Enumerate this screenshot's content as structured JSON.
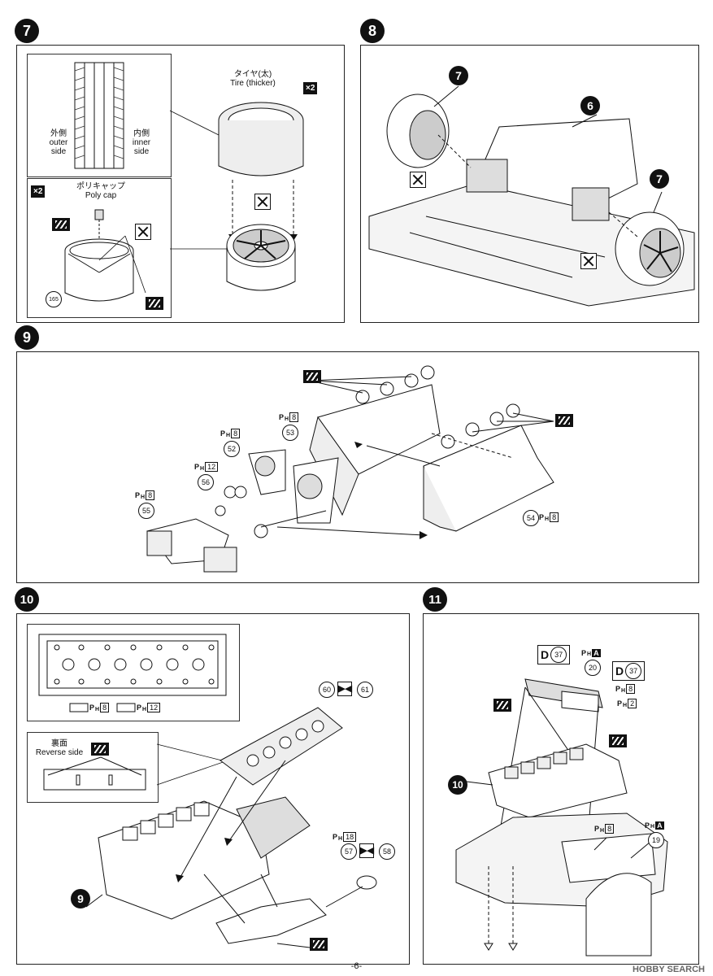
{
  "steps": {
    "s7": {
      "num": "7",
      "tire_jp": "タイヤ(太)",
      "tire_en": "Tire (thicker)",
      "qty_tire": "×2",
      "outer_jp": "外側",
      "outer_en": "outer",
      "outer_en2": "side",
      "inner_jp": "内側",
      "inner_en": "inner",
      "inner_en2": "side",
      "qty_cap": "×2",
      "cap_jp": "ポリキャップ",
      "cap_en": "Poly cap",
      "part": "165"
    },
    "s8": {
      "num": "8",
      "ref_a": "7",
      "ref_b": "6",
      "ref_c": "7"
    },
    "s9": {
      "num": "9",
      "p53": "53",
      "p52": "52",
      "p56": "56",
      "p55": "55",
      "p54": "54",
      "ph8a": "8",
      "ph8b": "8",
      "ph12": "12",
      "ph8c": "8",
      "ph8d": "8"
    },
    "s10": {
      "num": "10",
      "ph8": "8",
      "ph12": "12",
      "reverse_jp": "裏面",
      "reverse_en": "Reverse side",
      "p60": "60",
      "p61": "61",
      "p57": "57",
      "p58": "58",
      "ph18": "18",
      "ref": "9"
    },
    "s11": {
      "num": "11",
      "d37a": "37",
      "d37b": "37",
      "d_letter": "D",
      "p20": "20",
      "pha": "A",
      "ph8": "8",
      "ph2": "2",
      "ref": "10",
      "ph8b": "8",
      "phA2": "A",
      "p19": "19"
    }
  },
  "ph_label": "P",
  "ph_sub": "H",
  "footer": "-6-",
  "watermark": "HOBBY SEARCH"
}
